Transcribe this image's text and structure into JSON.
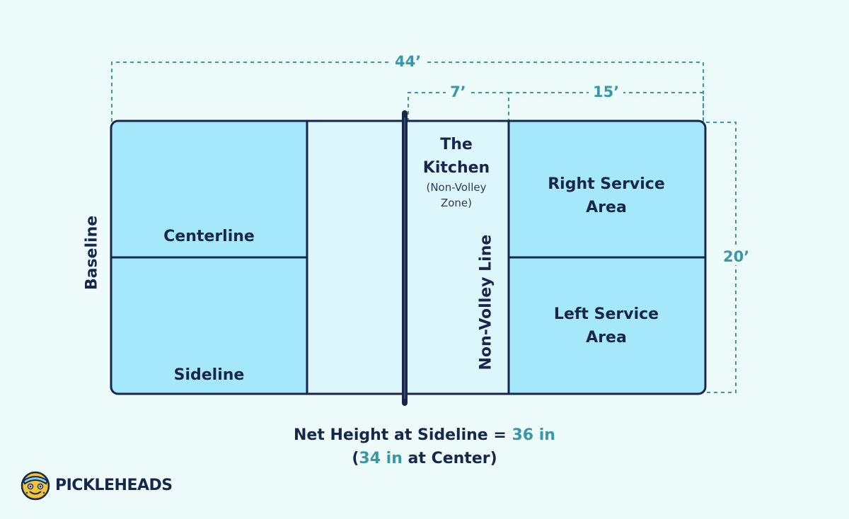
{
  "dimensions": {
    "overall_length": "44’",
    "kitchen_depth": "7’",
    "service_depth": "15’",
    "court_width": "20’"
  },
  "court": {
    "baseline": "Baseline",
    "centerline": "Centerline",
    "sideline": "Sideline",
    "kitchen_title": "The Kitchen",
    "kitchen_subtitle": "(Non-Volley Zone)",
    "non_volley_line": "Non-Volley Line",
    "right_service_area": "Right Service Area",
    "left_service_area": "Left Service Area"
  },
  "net": {
    "line1_prefix": "Net Height at Sideline = ",
    "line1_value": "36 in",
    "line2_open": "(",
    "line2_value": "34 in",
    "line2_suffix": " at Center)"
  },
  "brand": {
    "name": "PICKLEHEADS",
    "logo_icon": "pickleball-mascot-icon"
  },
  "colors": {
    "background": "#eefbfb",
    "court_fill": "#a6e8fb",
    "kitchen_fill": "#ddf6fc",
    "line": "#17264a",
    "dimension": "#3a97a8"
  }
}
